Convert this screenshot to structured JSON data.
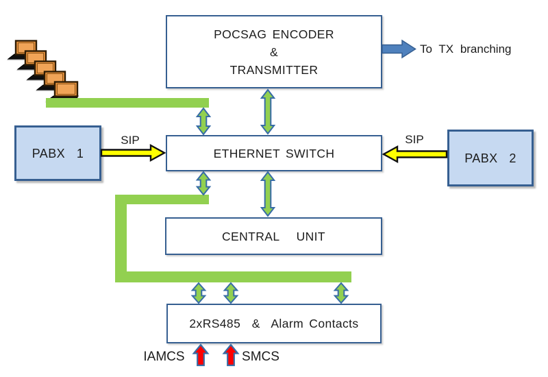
{
  "boxes": {
    "pocsag": {
      "line1": "POCSAG ENCODER",
      "line2": "&",
      "line3": "TRANSMITTER"
    },
    "ethernet_switch": {
      "label": "ETHERNET SWITCH"
    },
    "central_unit": {
      "label": "CENTRAL   UNIT"
    },
    "rs485": {
      "label": "2xRS485  &  Alarm Contacts"
    },
    "pabx1": {
      "label": "PABX  1"
    },
    "pabx2": {
      "label": "PABX  2"
    }
  },
  "labels": {
    "to_tx": "To TX branching",
    "sip_left": "SIP",
    "sip_right": "SIP",
    "iamcs": "IAMCS",
    "smcs": "SMCS"
  },
  "icons": {
    "workstations": "laptop-icon",
    "workstation_count": 5
  },
  "connections": [
    {
      "from": "workstations",
      "to": "ethernet-switch",
      "type": "green-lan-path"
    },
    {
      "from": "pocsag-encoder-transmitter",
      "to": "ethernet-switch",
      "type": "double-arrow"
    },
    {
      "from": "ethernet-switch",
      "to": "central-unit",
      "type": "double-arrow"
    },
    {
      "from": "ethernet-switch",
      "to": "rs485-alarm-contacts",
      "type": "green-lan-path-with-double-arrows"
    },
    {
      "from": "pocsag-encoder-transmitter",
      "to": "tx-branching",
      "type": "blue-arrow-right"
    },
    {
      "from": "pabx1",
      "to": "ethernet-switch",
      "type": "sip-yellow-arrow"
    },
    {
      "from": "pabx2",
      "to": "ethernet-switch",
      "type": "sip-yellow-arrow"
    },
    {
      "from": "iamcs",
      "to": "rs485-alarm-contacts",
      "type": "red-arrow-up"
    },
    {
      "from": "smcs",
      "to": "rs485-alarm-contacts",
      "type": "red-arrow-up"
    }
  ],
  "colors": {
    "box_border": "#365f91",
    "pabx_fill": "#c6d9f1",
    "green": "#92d050",
    "steel_blue": "#4f81bd",
    "arrow_outline": "#376ca6",
    "sip_yellow": "#ffff00",
    "red": "#ff0000",
    "ink": "#1c1c1c"
  }
}
